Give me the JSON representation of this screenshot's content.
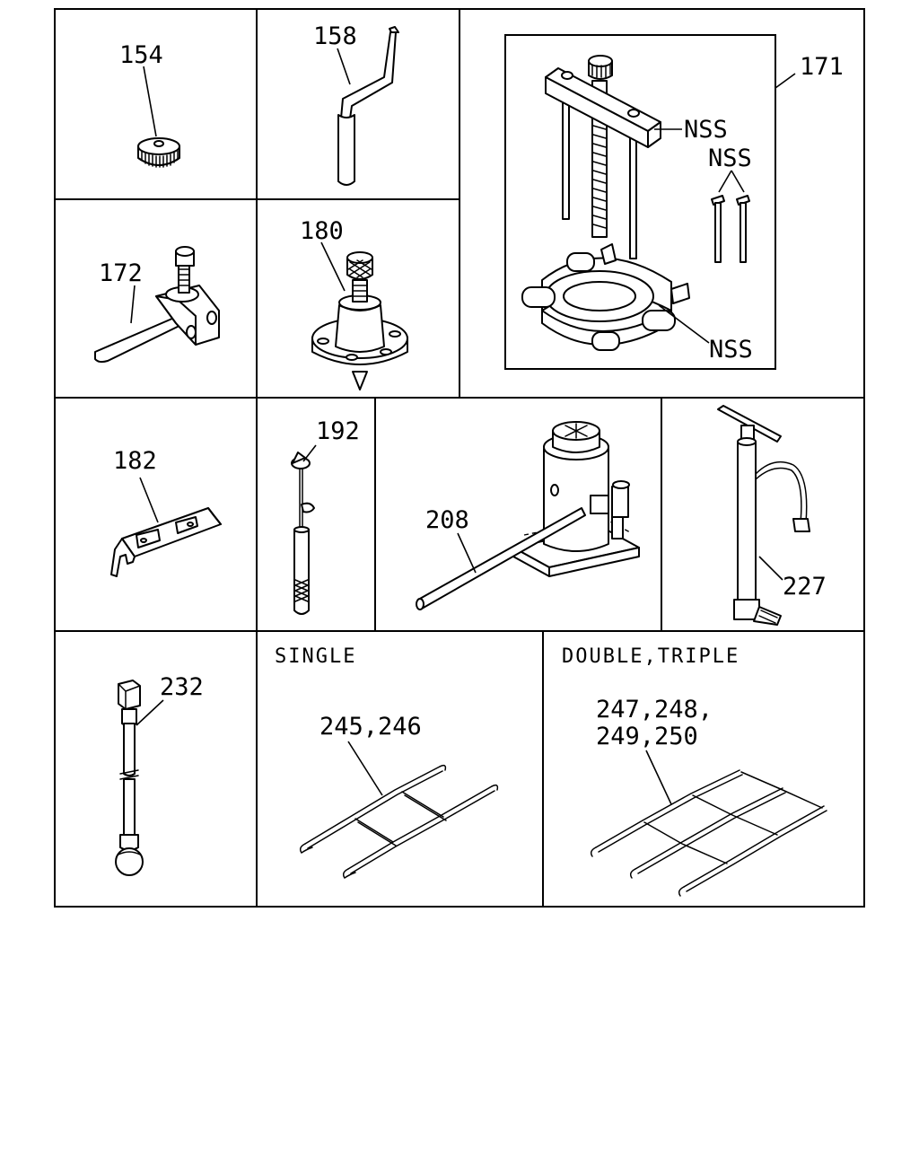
{
  "parts": {
    "p154": "154",
    "p158": "158",
    "p171": "171",
    "p172": "172",
    "p180": "180",
    "p182": "182",
    "p192": "192",
    "p208": "208",
    "p227": "227",
    "p232": "232",
    "p245_246": "245,246",
    "p247_line1": "247,248,",
    "p247_line2": "249,250"
  },
  "nss": {
    "label_1": "NSS",
    "label_2": "NSS",
    "label_3": "NSS"
  },
  "captions": {
    "single": "SINGLE",
    "double_triple": "DOUBLE,TRIPLE"
  }
}
